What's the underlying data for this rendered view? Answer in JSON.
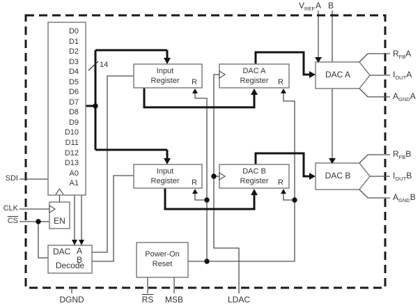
{
  "top_pin": {
    "base": "V",
    "sub": "REF",
    "a": "A",
    "b": "B"
  },
  "left_pins": {
    "sdi": "SDI",
    "clk": "CLK",
    "cs": "CS"
  },
  "bottom_pins": {
    "dgnd": "DGND",
    "rs": "RS",
    "msb": "MSB",
    "ldac": "LDAC"
  },
  "right_pins": [
    {
      "base": "R",
      "sub": "FB",
      "suffix": "A"
    },
    {
      "base": "I",
      "sub": "OUT",
      "suffix": "A"
    },
    {
      "base": "A",
      "sub": "GND",
      "suffix": "A"
    },
    {
      "base": "R",
      "sub": "FB",
      "suffix": "B"
    },
    {
      "base": "I",
      "sub": "OUT",
      "suffix": "B"
    },
    {
      "base": "A",
      "sub": "GND",
      "suffix": "B"
    }
  ],
  "bus_width": "14",
  "shift_register": {
    "bits": [
      "D0",
      "D1",
      "D2",
      "D3",
      "D4",
      "D5",
      "D6",
      "D7",
      "D8",
      "D9",
      "D10",
      "D11",
      "D12",
      "D13",
      "A0",
      "A1"
    ]
  },
  "blocks": {
    "input_register_a": {
      "line1": "Input",
      "line2": "Register",
      "reset": "R"
    },
    "dac_a_register": {
      "line1": "DAC A",
      "line2": "Register",
      "reset": "R"
    },
    "input_register_b": {
      "line1": "Input",
      "line2": "Register",
      "reset": "R"
    },
    "dac_b_register": {
      "line1": "DAC B",
      "line2": "Register",
      "reset": "R"
    },
    "en": "EN",
    "dac_decode": {
      "word": "DAC",
      "a": "A",
      "b": "B",
      "word2": "Decode"
    },
    "power_on_reset": {
      "line1": "Power-On",
      "line2": "Reset"
    },
    "dac_a": "DAC A",
    "dac_b": "DAC B"
  },
  "colors": {
    "thin_wire": "#4d4d4d",
    "thick_wire": "#141414",
    "box_border": "#7f7f7f",
    "dash_border": "#1a1a1a",
    "text": "#333333"
  }
}
